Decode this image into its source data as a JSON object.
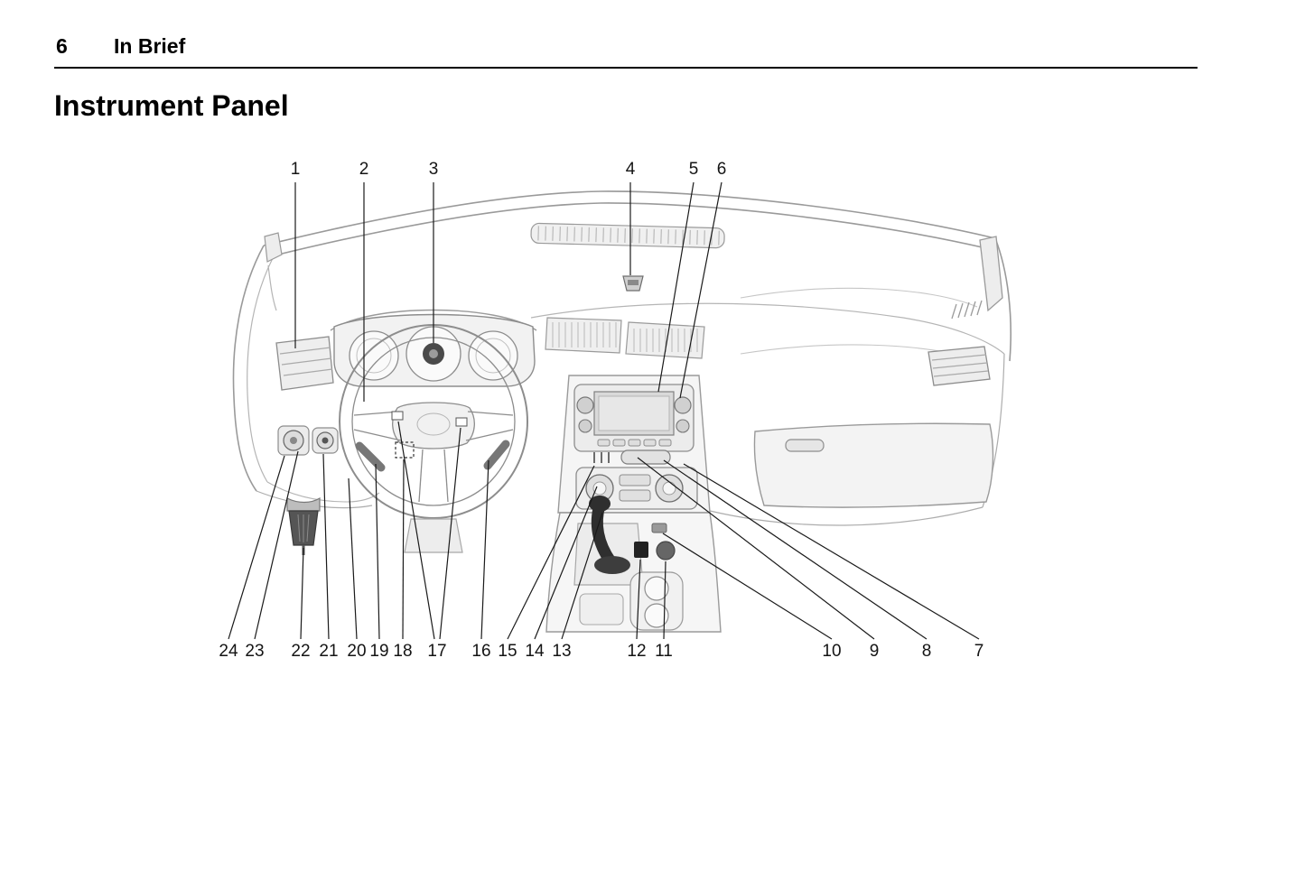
{
  "page": {
    "page_number": "6",
    "chapter_title": "In Brief",
    "section_title": "Instrument Panel"
  },
  "figure": {
    "callouts": {
      "1": "1",
      "2": "2",
      "3": "3",
      "4": "4",
      "5": "5",
      "6": "6",
      "7": "7",
      "8": "8",
      "9": "9",
      "10": "10",
      "11": "11",
      "12": "12",
      "13": "13",
      "14": "14",
      "15": "15",
      "16": "16",
      "17": "17",
      "18": "18",
      "19": "19",
      "20": "20",
      "21": "21",
      "22": "22",
      "23": "23",
      "24": "24"
    }
  }
}
